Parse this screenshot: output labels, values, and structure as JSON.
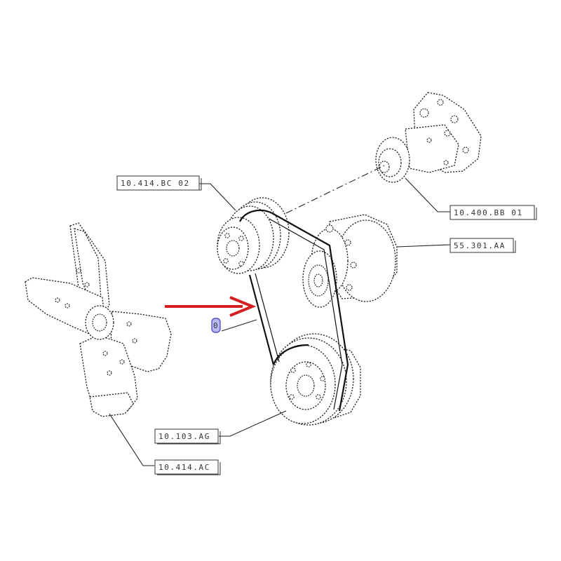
{
  "parts": [
    {
      "id": "crankshaft-pulley",
      "label": "10.414.BC 02"
    },
    {
      "id": "water-pump",
      "label": "10.400.BB 01"
    },
    {
      "id": "alternator",
      "label": "55.301.AA"
    },
    {
      "id": "lower-pulley",
      "label": "10.103.AG"
    },
    {
      "id": "fan",
      "label": "10.414.AC"
    },
    {
      "id": "v-belt",
      "label": "0"
    }
  ],
  "colors": {
    "arrow": "#d42020",
    "highlight_fill": "#b9b9f2",
    "highlight_stroke": "#5252c8",
    "line": "#222222"
  },
  "icons": {
    "pointer": "right-arrow-icon"
  }
}
